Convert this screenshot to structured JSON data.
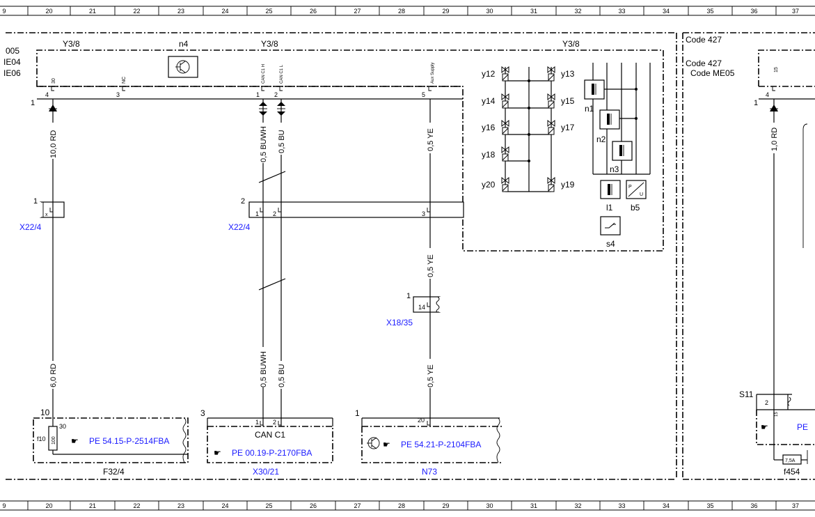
{
  "ruler": [
    "9",
    "20",
    "21",
    "22",
    "23",
    "24",
    "25",
    "26",
    "27",
    "28",
    "29",
    "30",
    "31",
    "32",
    "33",
    "34",
    "35",
    "36",
    "37"
  ],
  "left_codes": [
    "005",
    "IE04",
    "IE06"
  ],
  "right_codes": {
    "code1": "Code 427",
    "code2": "Code 427",
    "code3": "Code ME05"
  },
  "headers": {
    "y38_a": "Y3/8",
    "y38_b": "Y3/8",
    "y38_c": "Y3/8",
    "n4": "n4"
  },
  "pins": {
    "p30": "30",
    "nc": "NC",
    "can_h": "CAN C1 H",
    "can_l": "CAN C1 L",
    "aux": "Aux Supply",
    "n4": "4",
    "n3": "3",
    "n1": "1",
    "n2": "2",
    "n5": "5",
    "one": "1",
    "p15": "15",
    "n4r": "4",
    "one_r": "1"
  },
  "wires": {
    "w1": "10,0 RD",
    "w2": "0,5 BUWH",
    "w3": "0,5 BU",
    "w4": "0,5 YE",
    "w5": "0,5 YE",
    "w6": "6,0 RD",
    "w7": "0,5 BUWH",
    "w8": "0,5 BU",
    "w9": "0,5 YE",
    "w10": "1,0 RD"
  },
  "connectors": {
    "x22_4a": "X22/4",
    "x22_4b": "X22/4",
    "x18_35": "X18/35",
    "c1": "1",
    "cx": "x",
    "c2": "2",
    "c2a": "1",
    "c2b": "2",
    "c2c": "3",
    "c3": "1",
    "c3p": "14"
  },
  "valves": [
    "y12",
    "y13",
    "y14",
    "y15",
    "y16",
    "y17",
    "y18",
    "y20",
    "y19"
  ],
  "modules": {
    "n1": "n1",
    "n2": "n2",
    "n3": "n3",
    "l1": "l1",
    "b5": "b5",
    "s4": "s4"
  },
  "bottom": {
    "f32_num": "10",
    "f32_p30": "30",
    "f10": "f10",
    "fuse": "100",
    "ref1": "PE 54.15-P-2514FBA",
    "f32": "F32/4",
    "x30_num": "3",
    "x30_p1": "1",
    "x30_p2": "2",
    "can": "CAN C1",
    "ref2": "PE 00.19-P-2170FBA",
    "x30": "X30/21",
    "n73_num": "1",
    "n73_pin": "20",
    "ref3": "PE 54.21-P-2104FBA",
    "n73": "N73",
    "s11": "S11",
    "s11_p": "2",
    "s11_p15": "15",
    "ref4": "PE",
    "f454_fuse": "7,5A",
    "f454": "f454"
  }
}
